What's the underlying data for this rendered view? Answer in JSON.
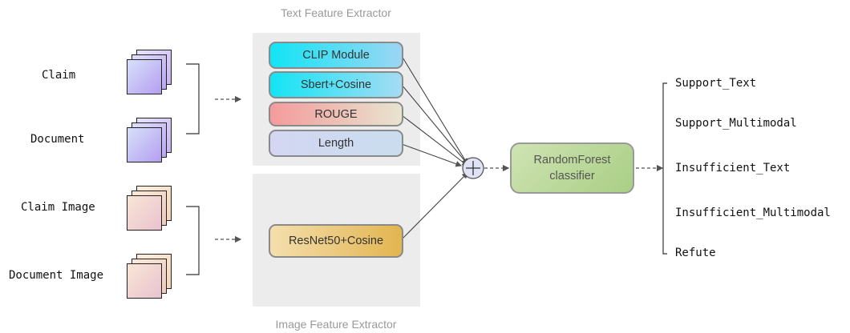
{
  "text_extractor_title": "Text Feature Extractor",
  "image_extractor_title": "Image Feature Extractor",
  "inputs": {
    "claim": "Claim",
    "document": "Document",
    "claim_image": "Claim Image",
    "document_image": "Document Image"
  },
  "text_features": [
    "CLIP Module",
    "Sbert+Cosine",
    "ROUGE",
    "Length"
  ],
  "image_features": [
    "ResNet50+Cosine"
  ],
  "fusion_symbol": "+",
  "classifier": {
    "line1": "RandomForest",
    "line2": "classifier"
  },
  "outputs": [
    "Support_Text",
    "Support_Multimodal",
    "Insufficient_Text",
    "Insufficient_Multimodal",
    "Refute"
  ],
  "colors": {
    "clip": "#22e0f5",
    "sbert": "#22e0f5",
    "rouge": "#f4a3a3",
    "length": "#c9d6ee",
    "resnet": "#e8c16a",
    "classifier": "#b6d792"
  }
}
